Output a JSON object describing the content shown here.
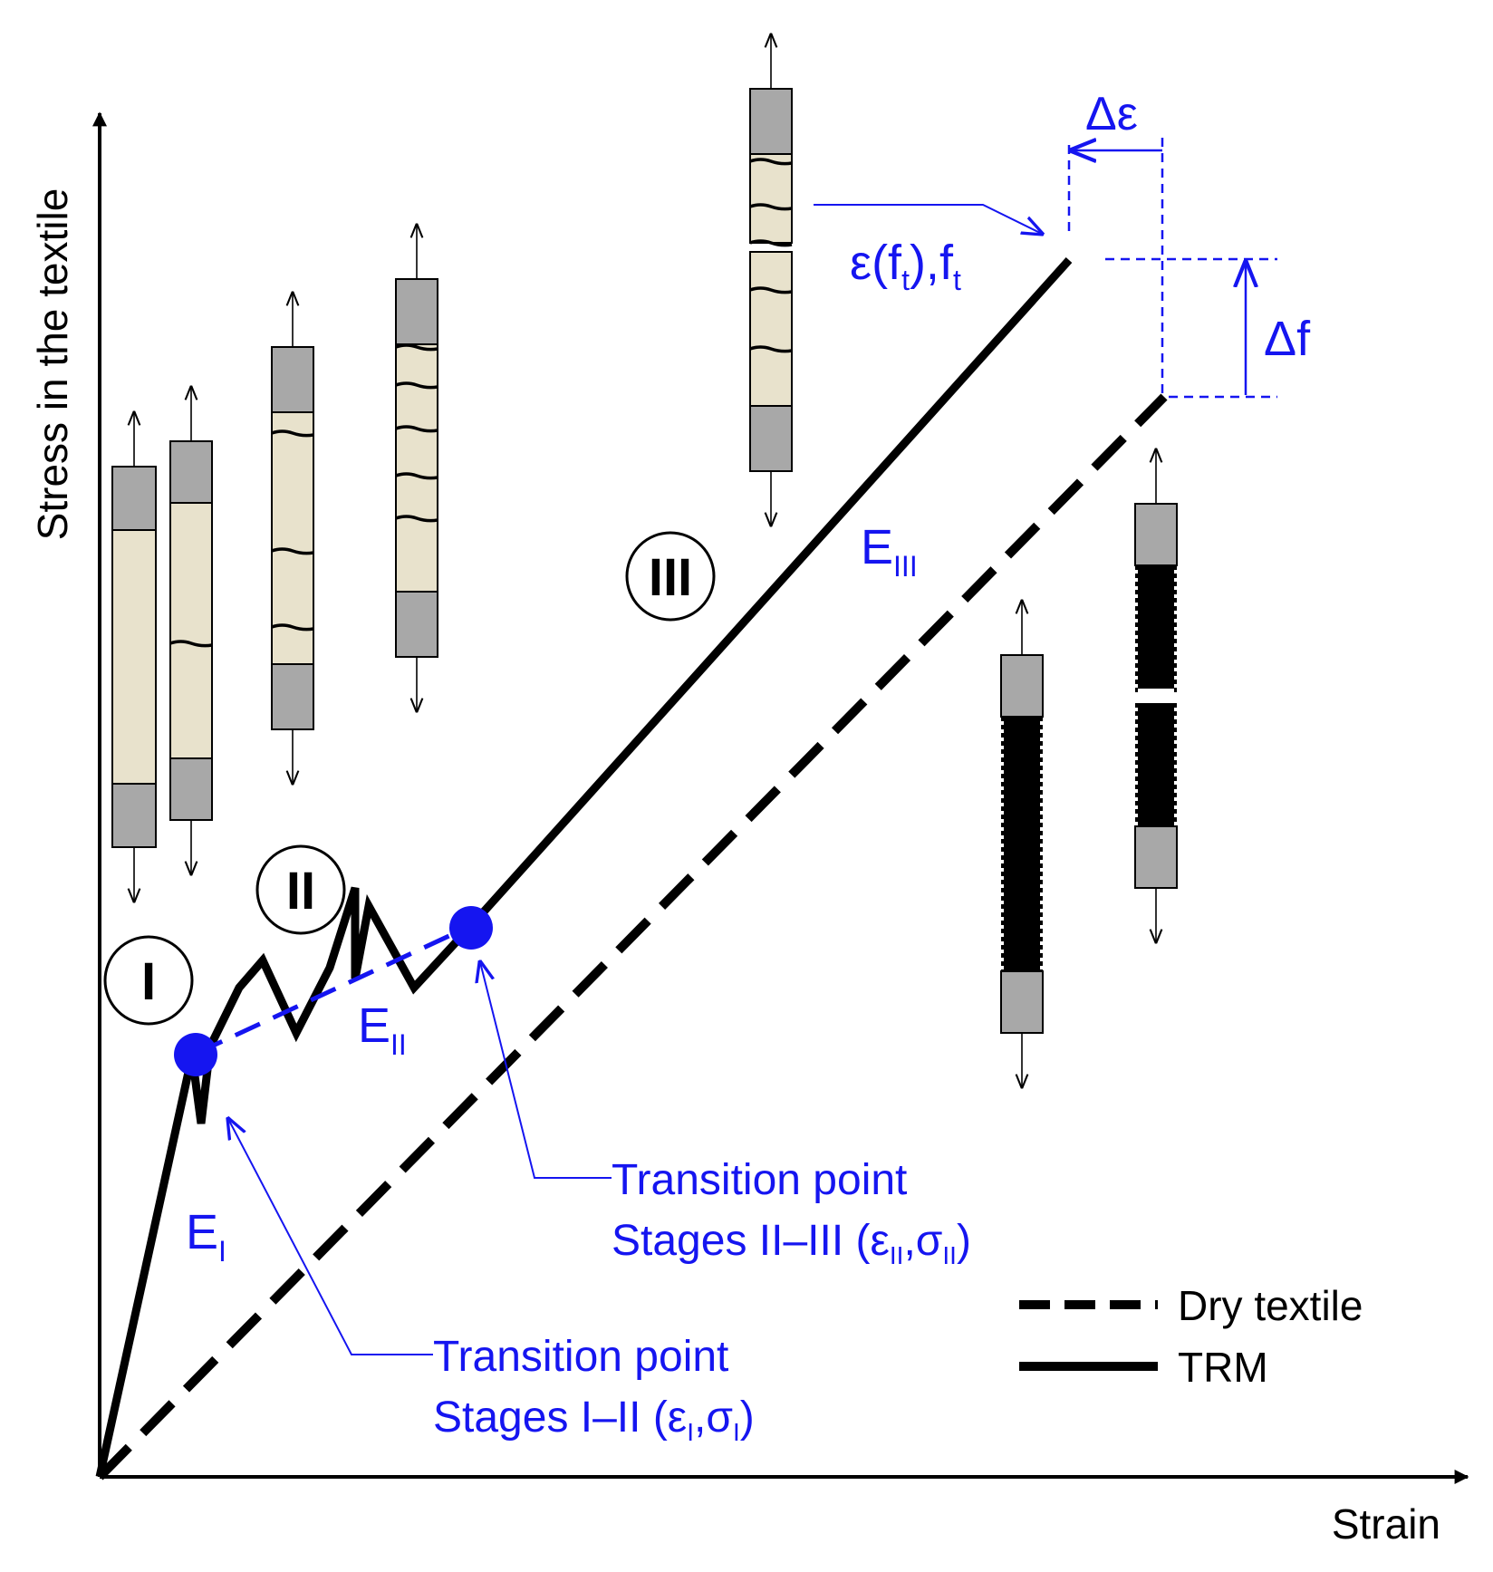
{
  "axes": {
    "y_label": "Stress in the textile",
    "x_label": "Strain"
  },
  "stages": {
    "stage_1": "I",
    "stage_2": "II",
    "stage_3": "III"
  },
  "moduli": {
    "e1_base": "E",
    "e1_sub": "I",
    "e2_base": "E",
    "e2_sub": "II",
    "e3_base": "E",
    "e3_sub": "III"
  },
  "failure_point": {
    "eps": "ε(f",
    "t1": "t",
    "mid": "),f",
    "t2": "t"
  },
  "deltas": {
    "delta_eps": "Δε",
    "delta_f": "Δf"
  },
  "transition_1": {
    "line1": "Transition point",
    "line2_prefix": "Stages I–II (ε",
    "sub_a": "I",
    "comma": ",σ",
    "sub_b": "I",
    "close": ")"
  },
  "transition_2": {
    "line1": "Transition point",
    "line2_prefix": "Stages II–III (ε",
    "sub_a": "II",
    "comma": ",σ",
    "sub_b": "II",
    "close": ")"
  },
  "legend": {
    "dry": "Dry textile",
    "trm": "TRM"
  },
  "colors": {
    "annotation": "#1515f0",
    "curve": "#000000",
    "mortar": "#e8e2cc",
    "grip": "#a8a8a8"
  }
}
